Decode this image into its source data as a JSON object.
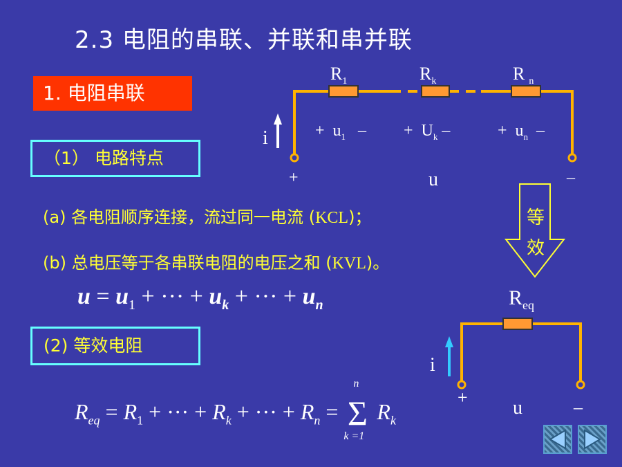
{
  "title": "2.3  电阻的串联、并联和串并联",
  "section": {
    "label": "1. 电阻串联"
  },
  "features": {
    "header": "（1） 电路特点",
    "a": {
      "prefix": "(a) 各电阻顺序连接，流过同一电流 (",
      "code": "KCL",
      "suffix": ")；"
    },
    "b": {
      "prefix": "(b) 总电压等于各串联电阻的电压之和 (",
      "code": "KVL",
      "suffix": ")。"
    }
  },
  "equation1": {
    "text": "u = u1 + ··· + uk + ··· + un"
  },
  "equivalent": {
    "header": "(2) 等效电阻",
    "equation": "Req = R1 + ··· + Rk + ··· + Rn = Σ(k=1..n) Rk"
  },
  "circuit1": {
    "r1_label": "R",
    "r1_sub": "1",
    "rk_label": "R",
    "rk_sub": "k",
    "rn_label": "R",
    "rn_sub": "n",
    "current": "i",
    "plus": "+",
    "minus": "–",
    "voltage": "u",
    "u1": "u",
    "u1_sub": "1",
    "uk": "U",
    "uk_sub": "k",
    "un": "u",
    "un_sub": "n"
  },
  "arrow_label": {
    "char1": "等",
    "char2": "效"
  },
  "circuit2": {
    "req_label": "R",
    "req_sub": "eq",
    "current": "i",
    "plus": "+",
    "minus": "–",
    "voltage": "u"
  },
  "colors": {
    "background": "#3a3aa8",
    "wire": "#ffb300",
    "resistor": "#ff9933",
    "accent": "#66ffff",
    "highlight": "#ffff33",
    "section": "#ff3300"
  },
  "nav": {
    "prev_icon": "triangle-left-icon",
    "next_icon": "triangle-right-icon"
  }
}
